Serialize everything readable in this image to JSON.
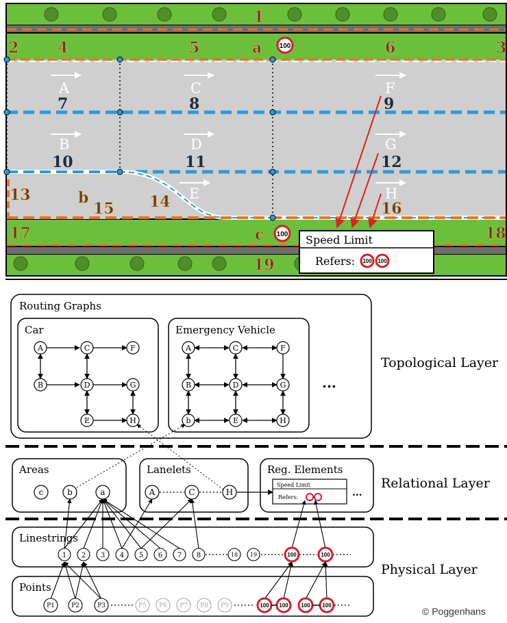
{
  "map": {
    "numbers": {
      "n1": "1",
      "n2": "2",
      "n3": "3",
      "n4": "4",
      "n5": "5",
      "n6": "6",
      "n7": "7",
      "n8": "8",
      "n9": "9",
      "n10": "10",
      "n11": "11",
      "n12": "12",
      "n13": "13",
      "n14": "14",
      "n15": "15",
      "n16": "16",
      "n17": "17",
      "n18": "18",
      "n19": "19"
    },
    "lane_letters": {
      "A": "A",
      "B": "B",
      "C": "C",
      "D": "D",
      "E": "E",
      "F": "F",
      "G": "G",
      "H": "H"
    },
    "area_letters": {
      "a": "a",
      "b": "b",
      "c": "c"
    },
    "sign_value": "100",
    "speed_box": {
      "title": "Speed Limit",
      "refers_label": "Refers:"
    }
  },
  "layers": {
    "topological": "Topological Layer",
    "relational": "Relational Layer",
    "physical": "Physical Layer"
  },
  "routing": {
    "title": "Routing Graphs",
    "car_title": "Car",
    "emergency_title": "Emergency Vehicle",
    "ellipsis": "..."
  },
  "relational": {
    "areas_title": "Areas",
    "lanelets_title": "Lanelets",
    "reg_title": "Reg. Elements",
    "reg_box_title": "Speed Limit",
    "reg_box_refers": "Refers:"
  },
  "physical": {
    "linestrings_title": "Linestrings",
    "points_title": "Points",
    "points_faded": [
      "P5",
      "P6",
      "P7",
      "P8",
      "P9"
    ]
  },
  "node_labels": {
    "A": "A",
    "B": "B",
    "C": "C",
    "D": "D",
    "E": "E",
    "F": "F",
    "G": "G",
    "H": "H",
    "a": "a",
    "b": "b",
    "c": "c",
    "l1": "1",
    "l2": "2",
    "l3": "3",
    "l4": "4",
    "l5": "5",
    "l6": "6",
    "l7": "7",
    "l8": "8",
    "l18": "18",
    "l19": "19",
    "P1": "P1",
    "P2": "P2",
    "P3": "P3"
  },
  "copyright": "© Poggenhans",
  "colors": {
    "grass": "#6cbf3a",
    "road": "#cfcfcf",
    "lane_divider_blue": "#2e9ad6",
    "edge_orange": "#e8741e",
    "sign_red": "#d4202a",
    "arrow_red": "#e02020",
    "number_dark": "#1f2d3d",
    "number_brown": "#6b3a1e"
  }
}
